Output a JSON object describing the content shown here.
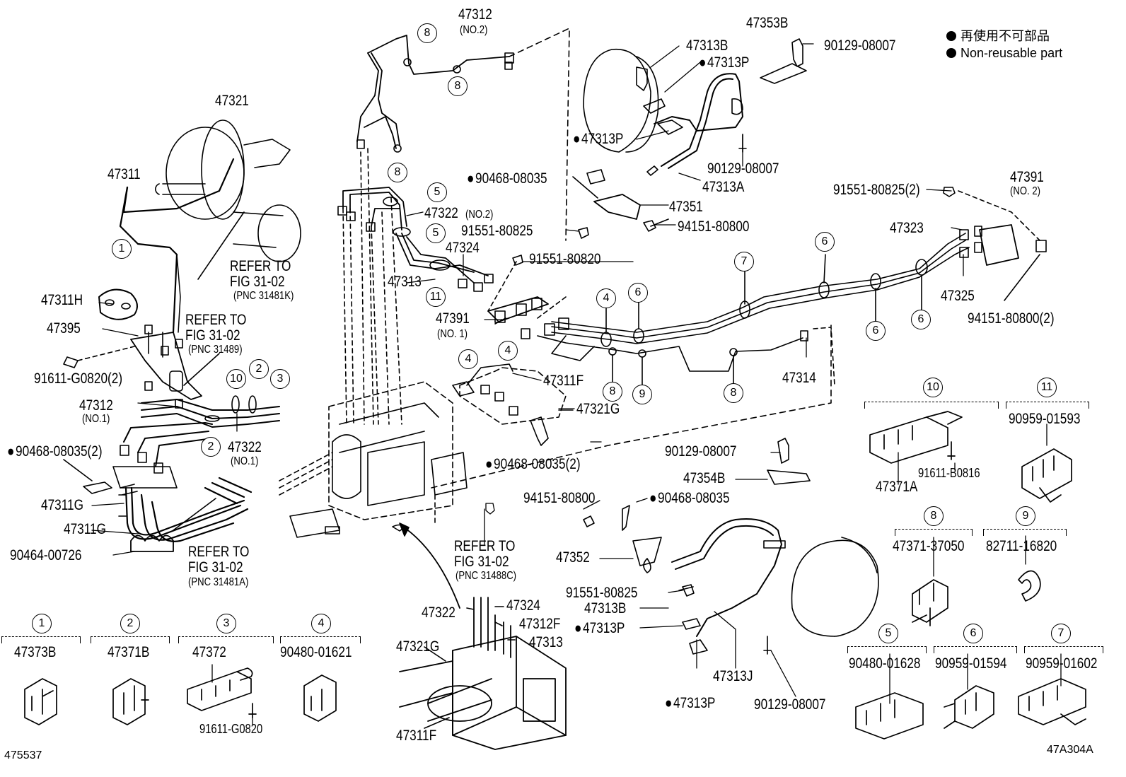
{
  "legend": {
    "line1": "再使用不可部品",
    "line2": "Non-reusable part"
  },
  "footer": {
    "left_code": "475537",
    "right_code": "47A304A"
  },
  "labels": {
    "p47312no2": "47312",
    "p47312no2_sub": "(NO.2)",
    "p47353B": "47353B",
    "p90129_08007_a": "90129-08007",
    "p47313B_top": "47313B",
    "p47313P_top": "47313P",
    "p47313P_mid": "47313P",
    "p90129_08007_b": "90129-08007",
    "p47313A": "47313A",
    "p47321": "47321",
    "p47311": "47311",
    "p90468_08035_a": "90468-08035",
    "p47351": "47351",
    "p94151_80800_a": "94151-80800",
    "p91551_80825_a": "91551-80825",
    "p47322no2": "47322",
    "p47322no2_sub": "(NO.2)",
    "p47324_top": "47324",
    "p47313": "47313",
    "p91551_80820": "91551-80820",
    "p47391no1": "47391",
    "p47391no1_sub": "(NO. 1)",
    "p91551_80825_2": "91551-80825(2)",
    "p47391no2": "47391",
    "p47391no2_sub": "(NO. 2)",
    "p47323": "47323",
    "p47325": "47325",
    "p94151_80800_2": "94151-80800(2)",
    "p47311H": "47311H",
    "p47395": "47395",
    "p91611_G0820_2": "91611-G0820(2)",
    "refer1_a": "REFER TO",
    "refer1_b": "FIG 31-02",
    "refer1_c": "(PNC 31481K)",
    "refer2_a": "REFER TO",
    "refer2_b": "FIG 31-02",
    "refer2_c": "(PNC 31489)",
    "p47312no1": "47312",
    "p47312no1_sub": "(NO.1)",
    "p47322no1": "47322",
    "p47322no1_sub": "(NO.1)",
    "p90468_08035_2a": "90468-08035(2)",
    "p47311F_top": "47311F",
    "p47321G_top": "47321G",
    "p47314": "47314",
    "p90468_08035_2b": "90468-08035(2)",
    "p47311G_a": "47311G",
    "p47311G_b": "47311G",
    "p90464_00726": "90464-00726",
    "refer3_a": "REFER TO",
    "refer3_b": "FIG 31-02",
    "refer3_c": "(PNC 31481A)",
    "p90129_08007_c": "90129-08007",
    "p47354B": "47354B",
    "p94151_80800_b": "94151-80800",
    "p90468_08035_c": "90468-08035",
    "refer4_a": "REFER TO",
    "refer4_b": "FIG 31-02",
    "refer4_c": "(PNC 31488C)",
    "p47352": "47352",
    "p91551_80825_b": "91551-80825",
    "p47313B_bot": "47313B",
    "p47313P_bot1": "47313P",
    "p47313P_bot2": "47313P",
    "p47313J": "47313J",
    "p90129_08007_d": "90129-08007",
    "p47322_bot": "47322",
    "p47324_bot": "47324",
    "p47312F": "47312F",
    "p47313_bot": "47313",
    "p47321G_bot": "47321G",
    "p47311F_bot": "47311F"
  },
  "callouts": {
    "c1": "1",
    "c2": "2",
    "c3": "3",
    "c4": "4",
    "c5": "5",
    "c6": "6",
    "c7": "7",
    "c8": "8",
    "c9": "9",
    "c10": "10",
    "c11": "11"
  },
  "detail_boxes": [
    {
      "num": "1",
      "part": "47373B"
    },
    {
      "num": "2",
      "part": "47371B"
    },
    {
      "num": "3",
      "part": "47372",
      "extra": "91611-G0820"
    },
    {
      "num": "4",
      "part": "90480-01621"
    },
    {
      "num": "10",
      "part": "47371A",
      "extra": "91611-B0816"
    },
    {
      "num": "11",
      "part": "90959-01593"
    },
    {
      "num": "8",
      "part": "47371-37050"
    },
    {
      "num": "9",
      "part": "82711-16820"
    },
    {
      "num": "5",
      "part": "90480-01628"
    },
    {
      "num": "6",
      "part": "90959-01594"
    },
    {
      "num": "7",
      "part": "90959-01602"
    }
  ]
}
